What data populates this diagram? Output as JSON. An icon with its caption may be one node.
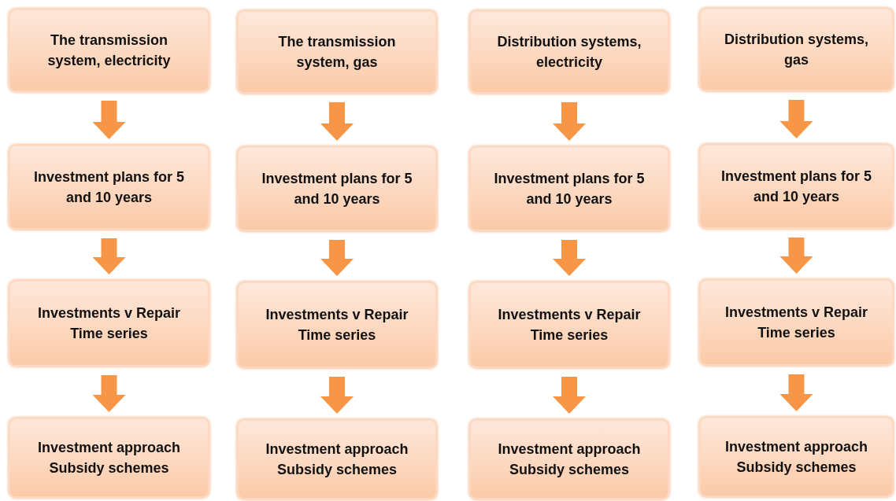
{
  "diagram": {
    "nodes": [
      {
        "text": [
          "The transmission system, electricity"
        ]
      },
      {
        "text": [
          "The transmission system, gas"
        ]
      },
      {
        "text": [
          "Distribution systems, electricity"
        ]
      },
      {
        "text": [
          "Distribution systems, gas"
        ]
      },
      {
        "text": [
          "Investment plans for 5 and 10 years"
        ]
      },
      {
        "text": [
          "Investment plans for 5 and 10 years"
        ]
      },
      {
        "text": [
          "Investment plans for 5 and 10 years"
        ]
      },
      {
        "text": [
          "Investment plans for 5 and 10 years"
        ]
      },
      {
        "text": [
          "Investments v Repair Time series"
        ]
      },
      {
        "text": [
          "Investments v Repair Time series"
        ]
      },
      {
        "text": [
          "Investments v Repair Time series"
        ]
      },
      {
        "text": [
          "Investments v Repair Time series"
        ]
      },
      {
        "text": [
          "Investment approach Subsidy schemes"
        ]
      },
      {
        "text": [
          "Investment approach Subsidy schemes"
        ]
      },
      {
        "text": [
          "Investment approach Subsidy schemes"
        ]
      },
      {
        "text": [
          "Investment approach Subsidy schemes"
        ]
      }
    ],
    "edges": [
      {
        "from": 0,
        "to": 4,
        "arrow": "to"
      },
      {
        "from": 1,
        "to": 5,
        "arrow": "to"
      },
      {
        "from": 2,
        "to": 6,
        "arrow": "to"
      },
      {
        "from": 3,
        "to": 7,
        "arrow": "to"
      },
      {
        "from": 4,
        "to": 8,
        "arrow": "to"
      },
      {
        "from": 5,
        "to": 9,
        "arrow": "to"
      },
      {
        "from": 6,
        "to": 10,
        "arrow": "to"
      },
      {
        "from": 7,
        "to": 11,
        "arrow": "to"
      },
      {
        "from": 8,
        "to": 12,
        "arrow": "to"
      },
      {
        "from": 9,
        "to": 13,
        "arrow": "to"
      },
      {
        "from": 10,
        "to": 14,
        "arrow": "to"
      },
      {
        "from": 11,
        "to": 15,
        "arrow": "to"
      }
    ]
  }
}
